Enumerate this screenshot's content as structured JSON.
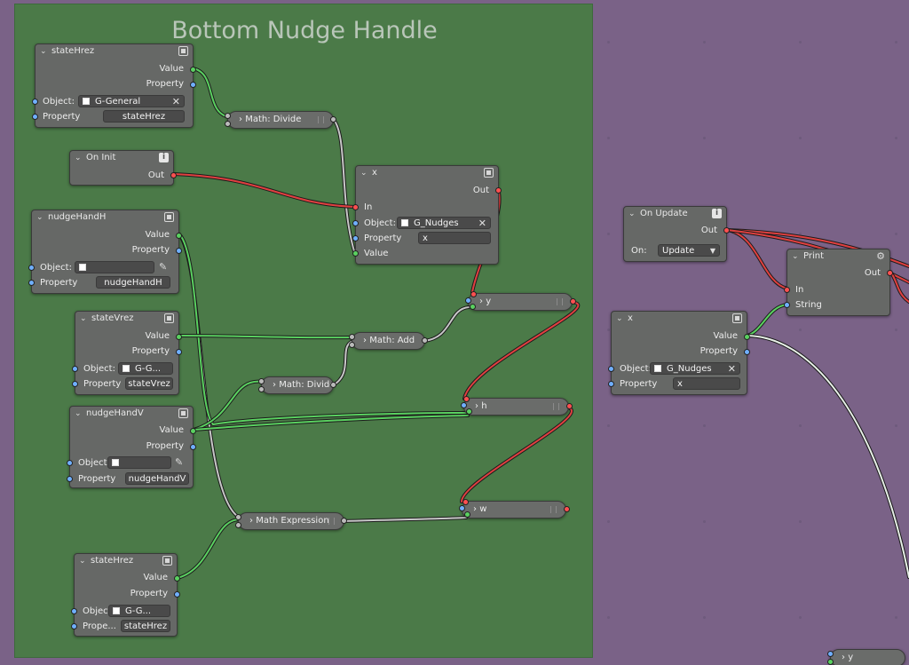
{
  "frame": {
    "label": "Bottom Nudge Handle"
  },
  "labels": {
    "value": "Value",
    "property": "Property",
    "object": "Object:",
    "out": "Out",
    "in": "In",
    "string": "String",
    "on": "On:",
    "prope": "Prope..."
  },
  "nodes": {
    "stateHrez1": {
      "title": "stateHrez",
      "object_value": "G-General",
      "property_value": "stateHrez"
    },
    "onInit": {
      "title": "On Init"
    },
    "xMain": {
      "title": "x",
      "object_value": "G_Nudges",
      "property_value": "x"
    },
    "nudgeHandH": {
      "title": "nudgeHandH",
      "object_value": "",
      "property_value": "nudgeHandH"
    },
    "stateVrez": {
      "title": "stateVrez",
      "object_value": "G-G...",
      "property_value": "stateVrez"
    },
    "nudgeHandV": {
      "title": "nudgeHandV",
      "object_value": "",
      "property_value": "nudgeHandV"
    },
    "stateHrez2": {
      "title": "stateHrez",
      "object_value": "G-G...",
      "property_value": "stateHrez"
    },
    "onUpdate": {
      "title": "On Update",
      "on_value": "Update"
    },
    "print": {
      "title": "Print"
    },
    "xRight": {
      "title": "x",
      "object_value": "G_Nudges",
      "property_value": "x"
    }
  },
  "pills": {
    "divide1": "Math: Divide",
    "add": "Math: Add",
    "divide2": "Math: Divide",
    "expr": "Math Expression",
    "y": "y",
    "h": "h",
    "w": "w",
    "yBottom": "y"
  },
  "colors": {
    "background": "#7a6287",
    "frame": "#4b7a48",
    "wire_green": "#5ad160",
    "wire_red": "#e04040",
    "wire_gray": "#c8c8c8",
    "wire_blue": "#70b0ff",
    "wire_white": "#e8f0e8"
  }
}
